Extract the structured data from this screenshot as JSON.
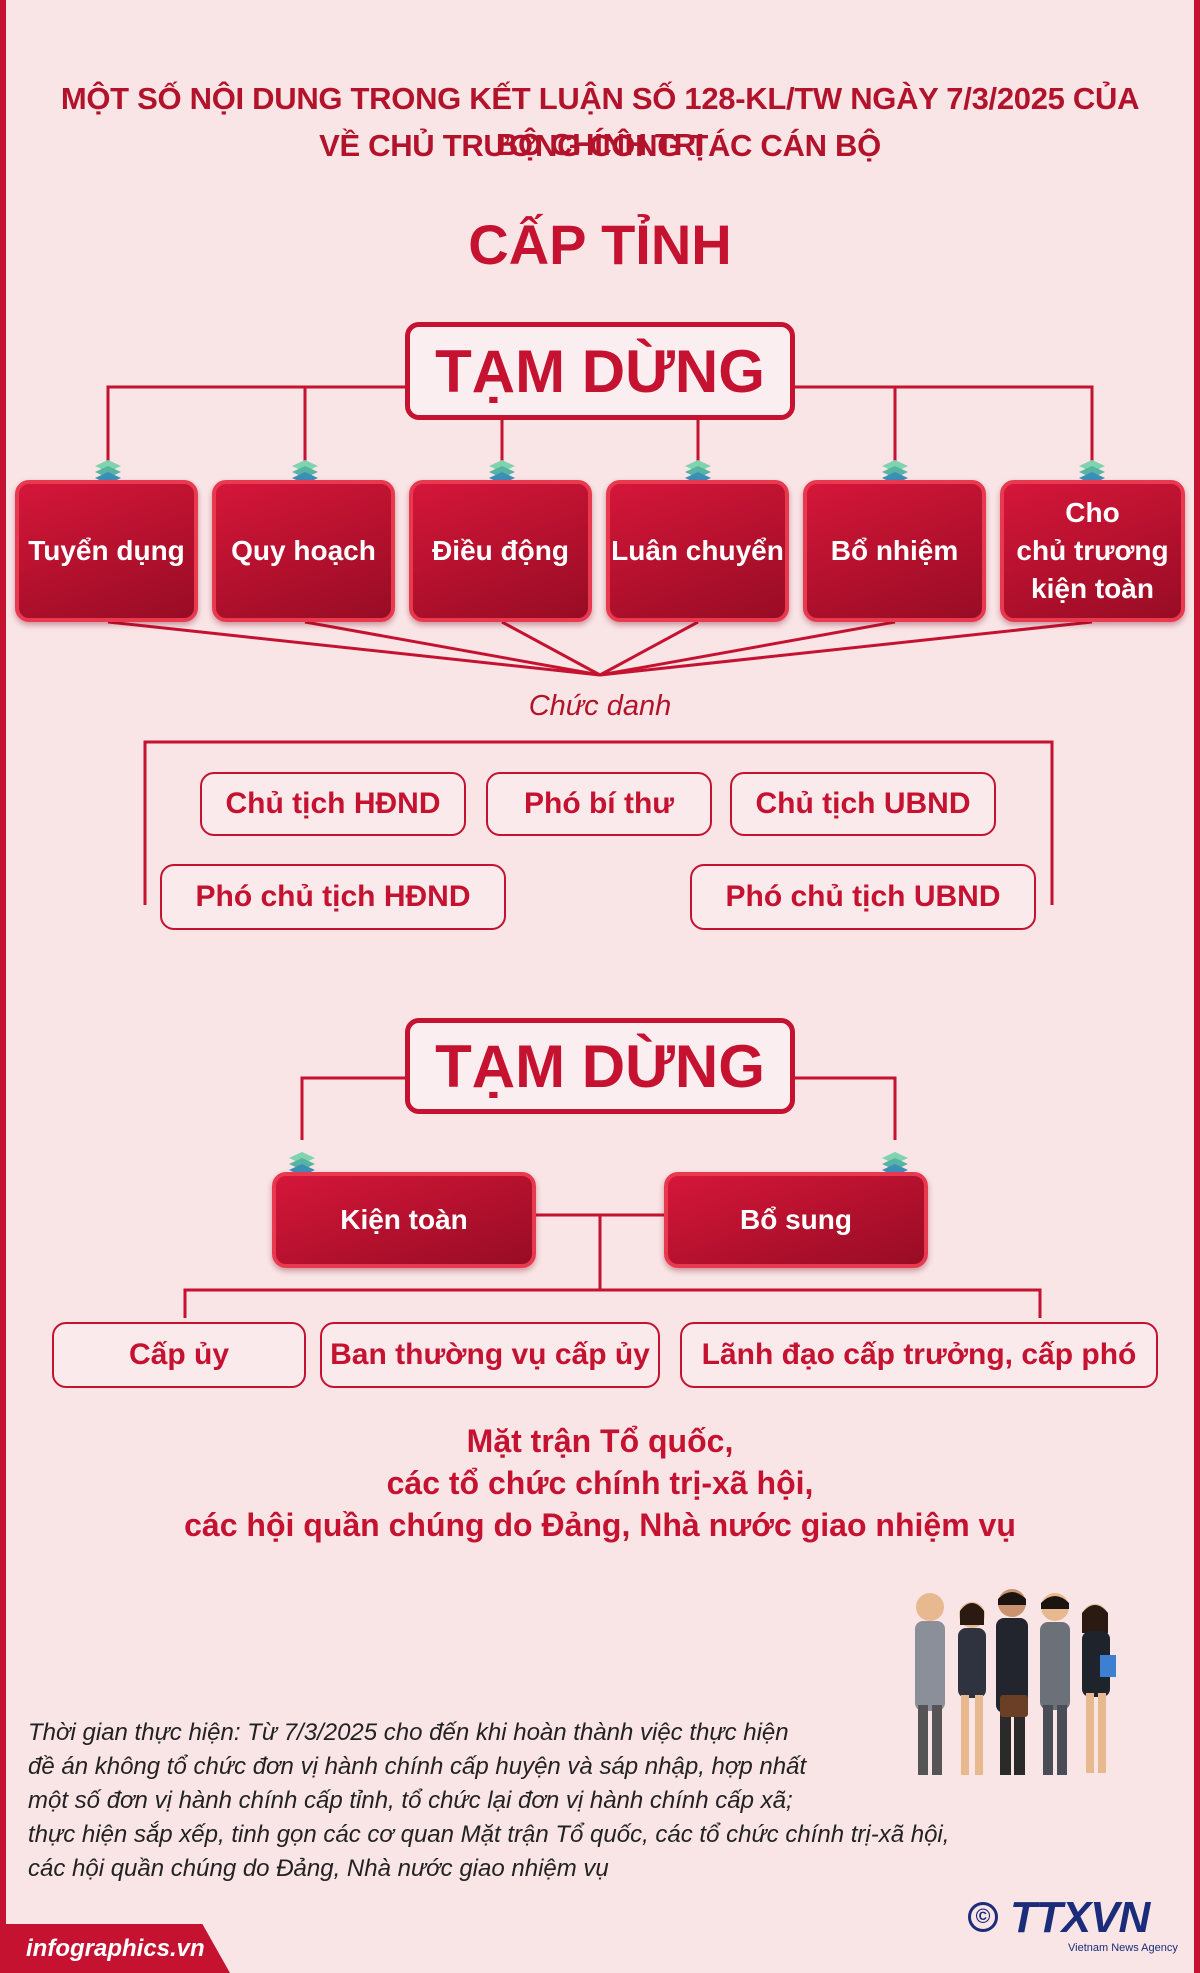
{
  "header": {
    "line1": "MỘT SỐ NỘI DUNG TRONG KẾT LUẬN SỐ 128-KL/TW NGÀY 7/3/2025 CỦA BỘ CHÍNH TRỊ",
    "line2": "VỀ CHỦ TRƯƠNG CÔNG TÁC CÁN BỘ"
  },
  "level_title": "CẤP TỈNH",
  "section1": {
    "pause_label": "TẠM DỪNG",
    "actions": [
      "Tuyển dụng",
      "Quy hoạch",
      "Điều động",
      "Luân chuyển",
      "Bổ nhiệm",
      "Cho chủ trương kiện toàn"
    ],
    "action_last_lines": [
      "Cho",
      "chủ trương",
      "kiện toàn"
    ],
    "positions_label": "Chức danh",
    "positions": [
      "Chủ tịch HĐND",
      "Phó bí thư",
      "Chủ tịch UBND",
      "Phó chủ tịch HĐND",
      "Phó chủ tịch UBND"
    ]
  },
  "section2": {
    "pause_label": "TẠM DỪNG",
    "actions": [
      "Kiện toàn",
      "Bổ sung"
    ],
    "targets": [
      "Cấp ủy",
      "Ban thường vụ cấp ủy",
      "Lãnh đạo cấp trưởng, cấp phó"
    ],
    "note_lines": [
      "Mặt trận Tổ quốc,",
      "các tổ chức chính trị-xã hội,",
      "các hội quần chúng do Đảng, Nhà nước giao nhiệm vụ"
    ]
  },
  "footnote_lines": [
    "Thời gian thực hiện: Từ 7/3/2025 cho đến khi hoàn thành việc thực hiện",
    "đề án không tổ chức đơn vị hành chính cấp huyện và sáp nhập, hợp nhất",
    "một số đơn vị hành chính cấp tỉnh, tổ chức lại đơn vị hành chính cấp xã;",
    "thực hiện sắp xếp, tinh gọn các cơ quan Mặt trận Tổ quốc, các tổ chức chính trị-xã hội,",
    "các hội quần chúng do Đảng, Nhà nước giao nhiệm vụ"
  ],
  "footer": {
    "site": "infographics.vn",
    "copyright_symbol": "©",
    "agency_logo": "TTXVN",
    "agency_sub": "Vietnam News Agency"
  },
  "colors": {
    "background": "#f9e4e6",
    "primary_red": "#c41230",
    "logo_blue": "#1a2c7a"
  },
  "icons": [
    "stack-icon",
    "people-group-illustration",
    "copyright-icon"
  ]
}
